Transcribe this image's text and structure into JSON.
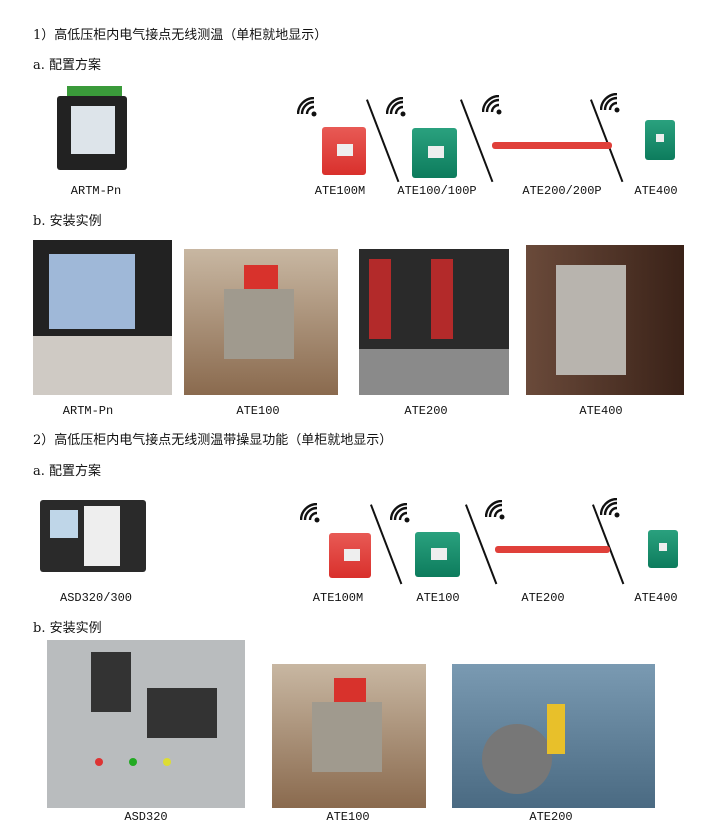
{
  "section1": {
    "heading": "1）高低压柜内电气接点无线测温（单柜就地显示）",
    "config_label": "a. 配置方案",
    "install_label": "b. 安装实例",
    "config_items": [
      "ARTM-Pn",
      "ATE100M",
      "ATE100/100P",
      "ATE200/200P",
      "ATE400"
    ],
    "install_items": [
      "ARTM-Pn",
      "ATE100",
      "ATE200",
      "ATE400"
    ]
  },
  "section2": {
    "heading": "2）高低压柜内电气接点无线测温带操显功能（单柜就地显示）",
    "config_label": "a. 配置方案",
    "install_label": "b. 安装实例",
    "config_items": [
      "ASD320/300",
      "ATE100M",
      "ATE100",
      "ATE200",
      "ATE400"
    ],
    "install_items": [
      "ASD320",
      "ATE100",
      "ATE200"
    ]
  }
}
